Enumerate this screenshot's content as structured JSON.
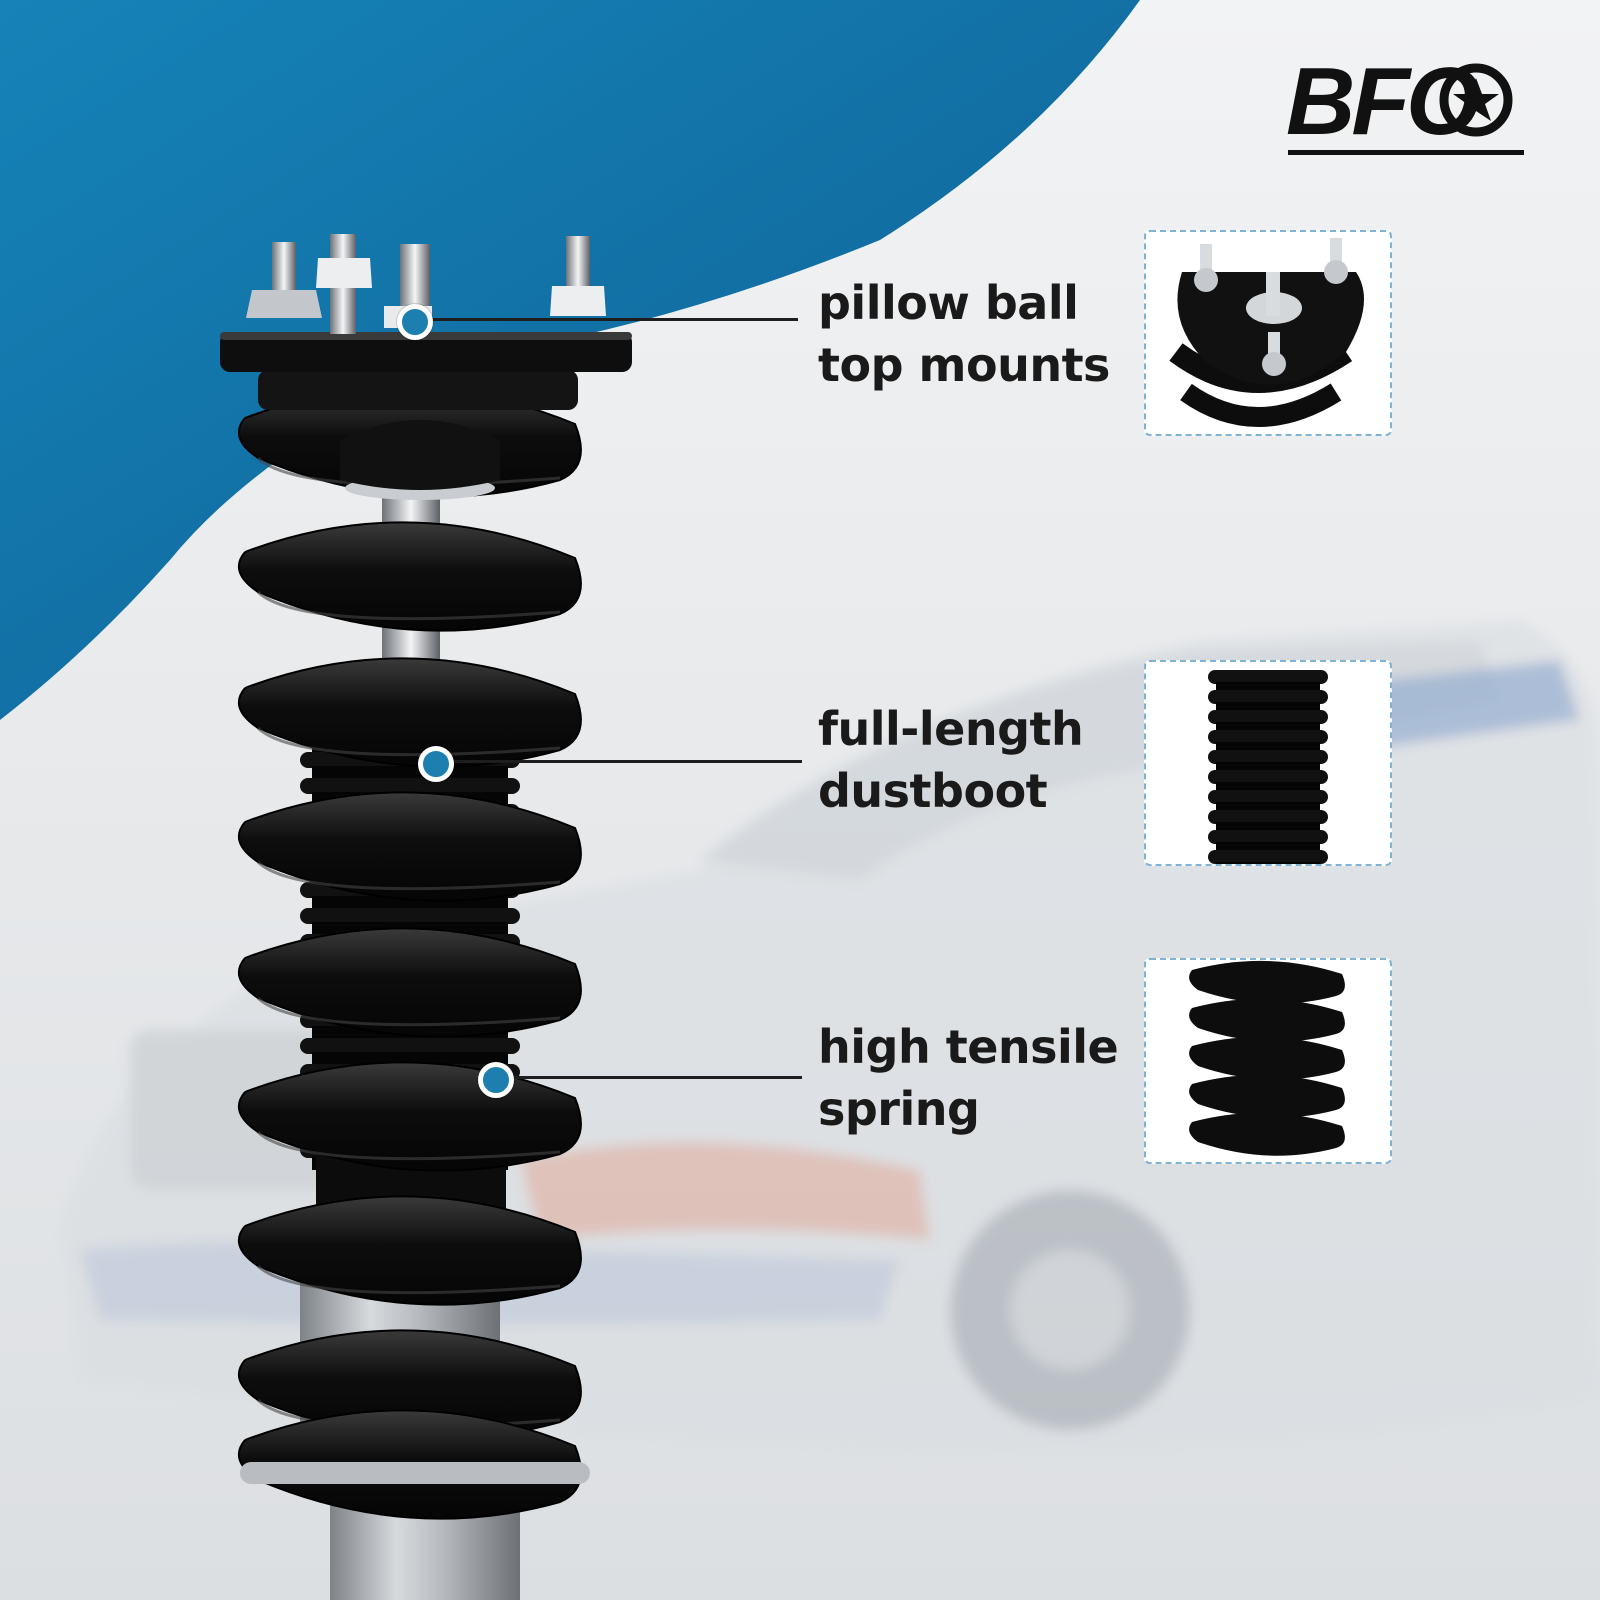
{
  "brand": {
    "logo_text": "BFO",
    "logo_icon": "star-circle-icon"
  },
  "features": [
    {
      "line1": "pillow ball",
      "line2": "top mounts",
      "thumbnail": "top-mount-thumbnail"
    },
    {
      "line1": "full-length",
      "line2": "dustboot",
      "thumbnail": "dustboot-thumbnail"
    },
    {
      "line1": "high tensile",
      "line2": "spring",
      "thumbnail": "spring-thumbnail"
    }
  ],
  "colors": {
    "accent_blue": "#1c7fb0",
    "banner_blue_dark": "#0f5e92",
    "banner_blue_light": "#1583b8",
    "text_dark": "#1a1a1a",
    "spring_black": "#0d0d0d"
  }
}
